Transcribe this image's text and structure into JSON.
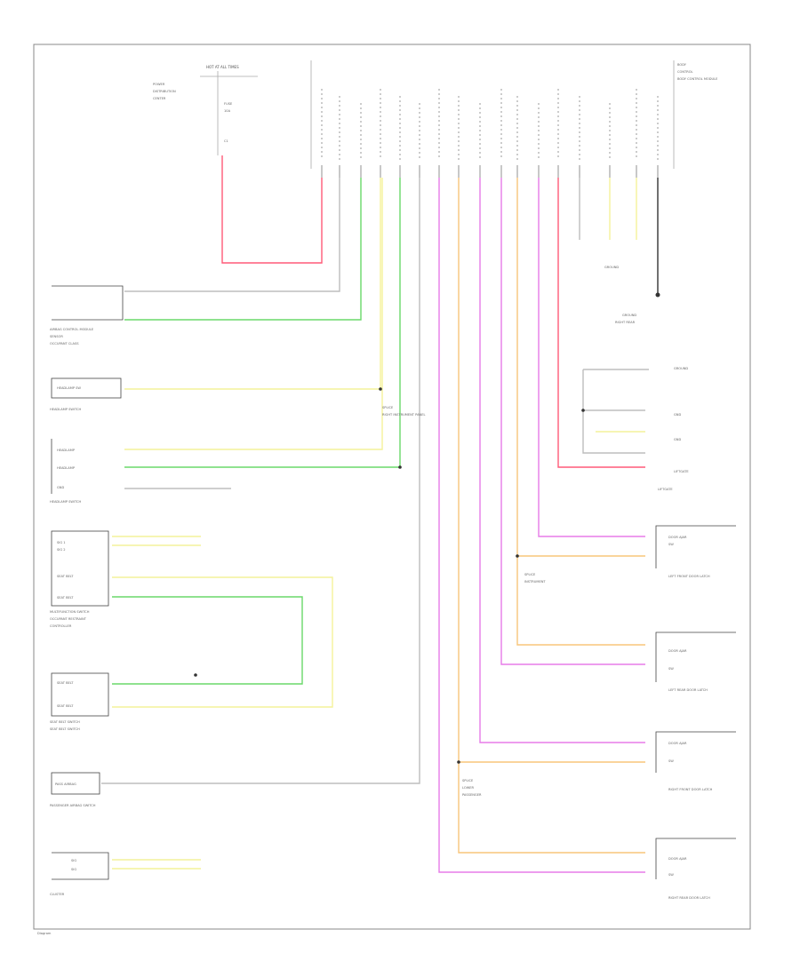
{
  "figure_label": "Diagram",
  "colors": {
    "red": "#ff5a78",
    "green": "#6ad96a",
    "yellow": "#f4f29a",
    "violet": "#e77be8",
    "orange": "#f8c57a",
    "black": "#333333",
    "gray": "#bdbdbd"
  },
  "labels": {
    "fuse_header": "HOT AT ALL TIMES",
    "junction_block": "BODY CONTROL MODULE",
    "airbag_1": "AIRBAG CONTROL MODULE",
    "airbag_2": "OCCUPANT RESTRAINT CONTROLLER",
    "headlamp_switch_1": "HEADLAMP SWITCH",
    "headlamp_switch_2": "HEADLAMP SWITCH",
    "multifunction_switch": "MULTIFUNCTION SWITCH",
    "seat_belt_1": "SEAT BELT SWITCH",
    "seat_belt_2": "SEAT BELT SWITCH",
    "gauges_1": "CLUSTER",
    "gauges_2": "PASSENGER AIRBAG SWITCH",
    "cluster": "CLUSTER",
    "door_lf": "LEFT FRONT DOOR LATCH",
    "door_rf": "RIGHT FRONT DOOR LATCH",
    "door_lr": "LEFT REAR DOOR LATCH",
    "door_rr": "RIGHT REAR DOOR LATCH",
    "liftgate": "LIFTGATE",
    "ground_1": "GROUND",
    "ground_2": "GROUND"
  }
}
